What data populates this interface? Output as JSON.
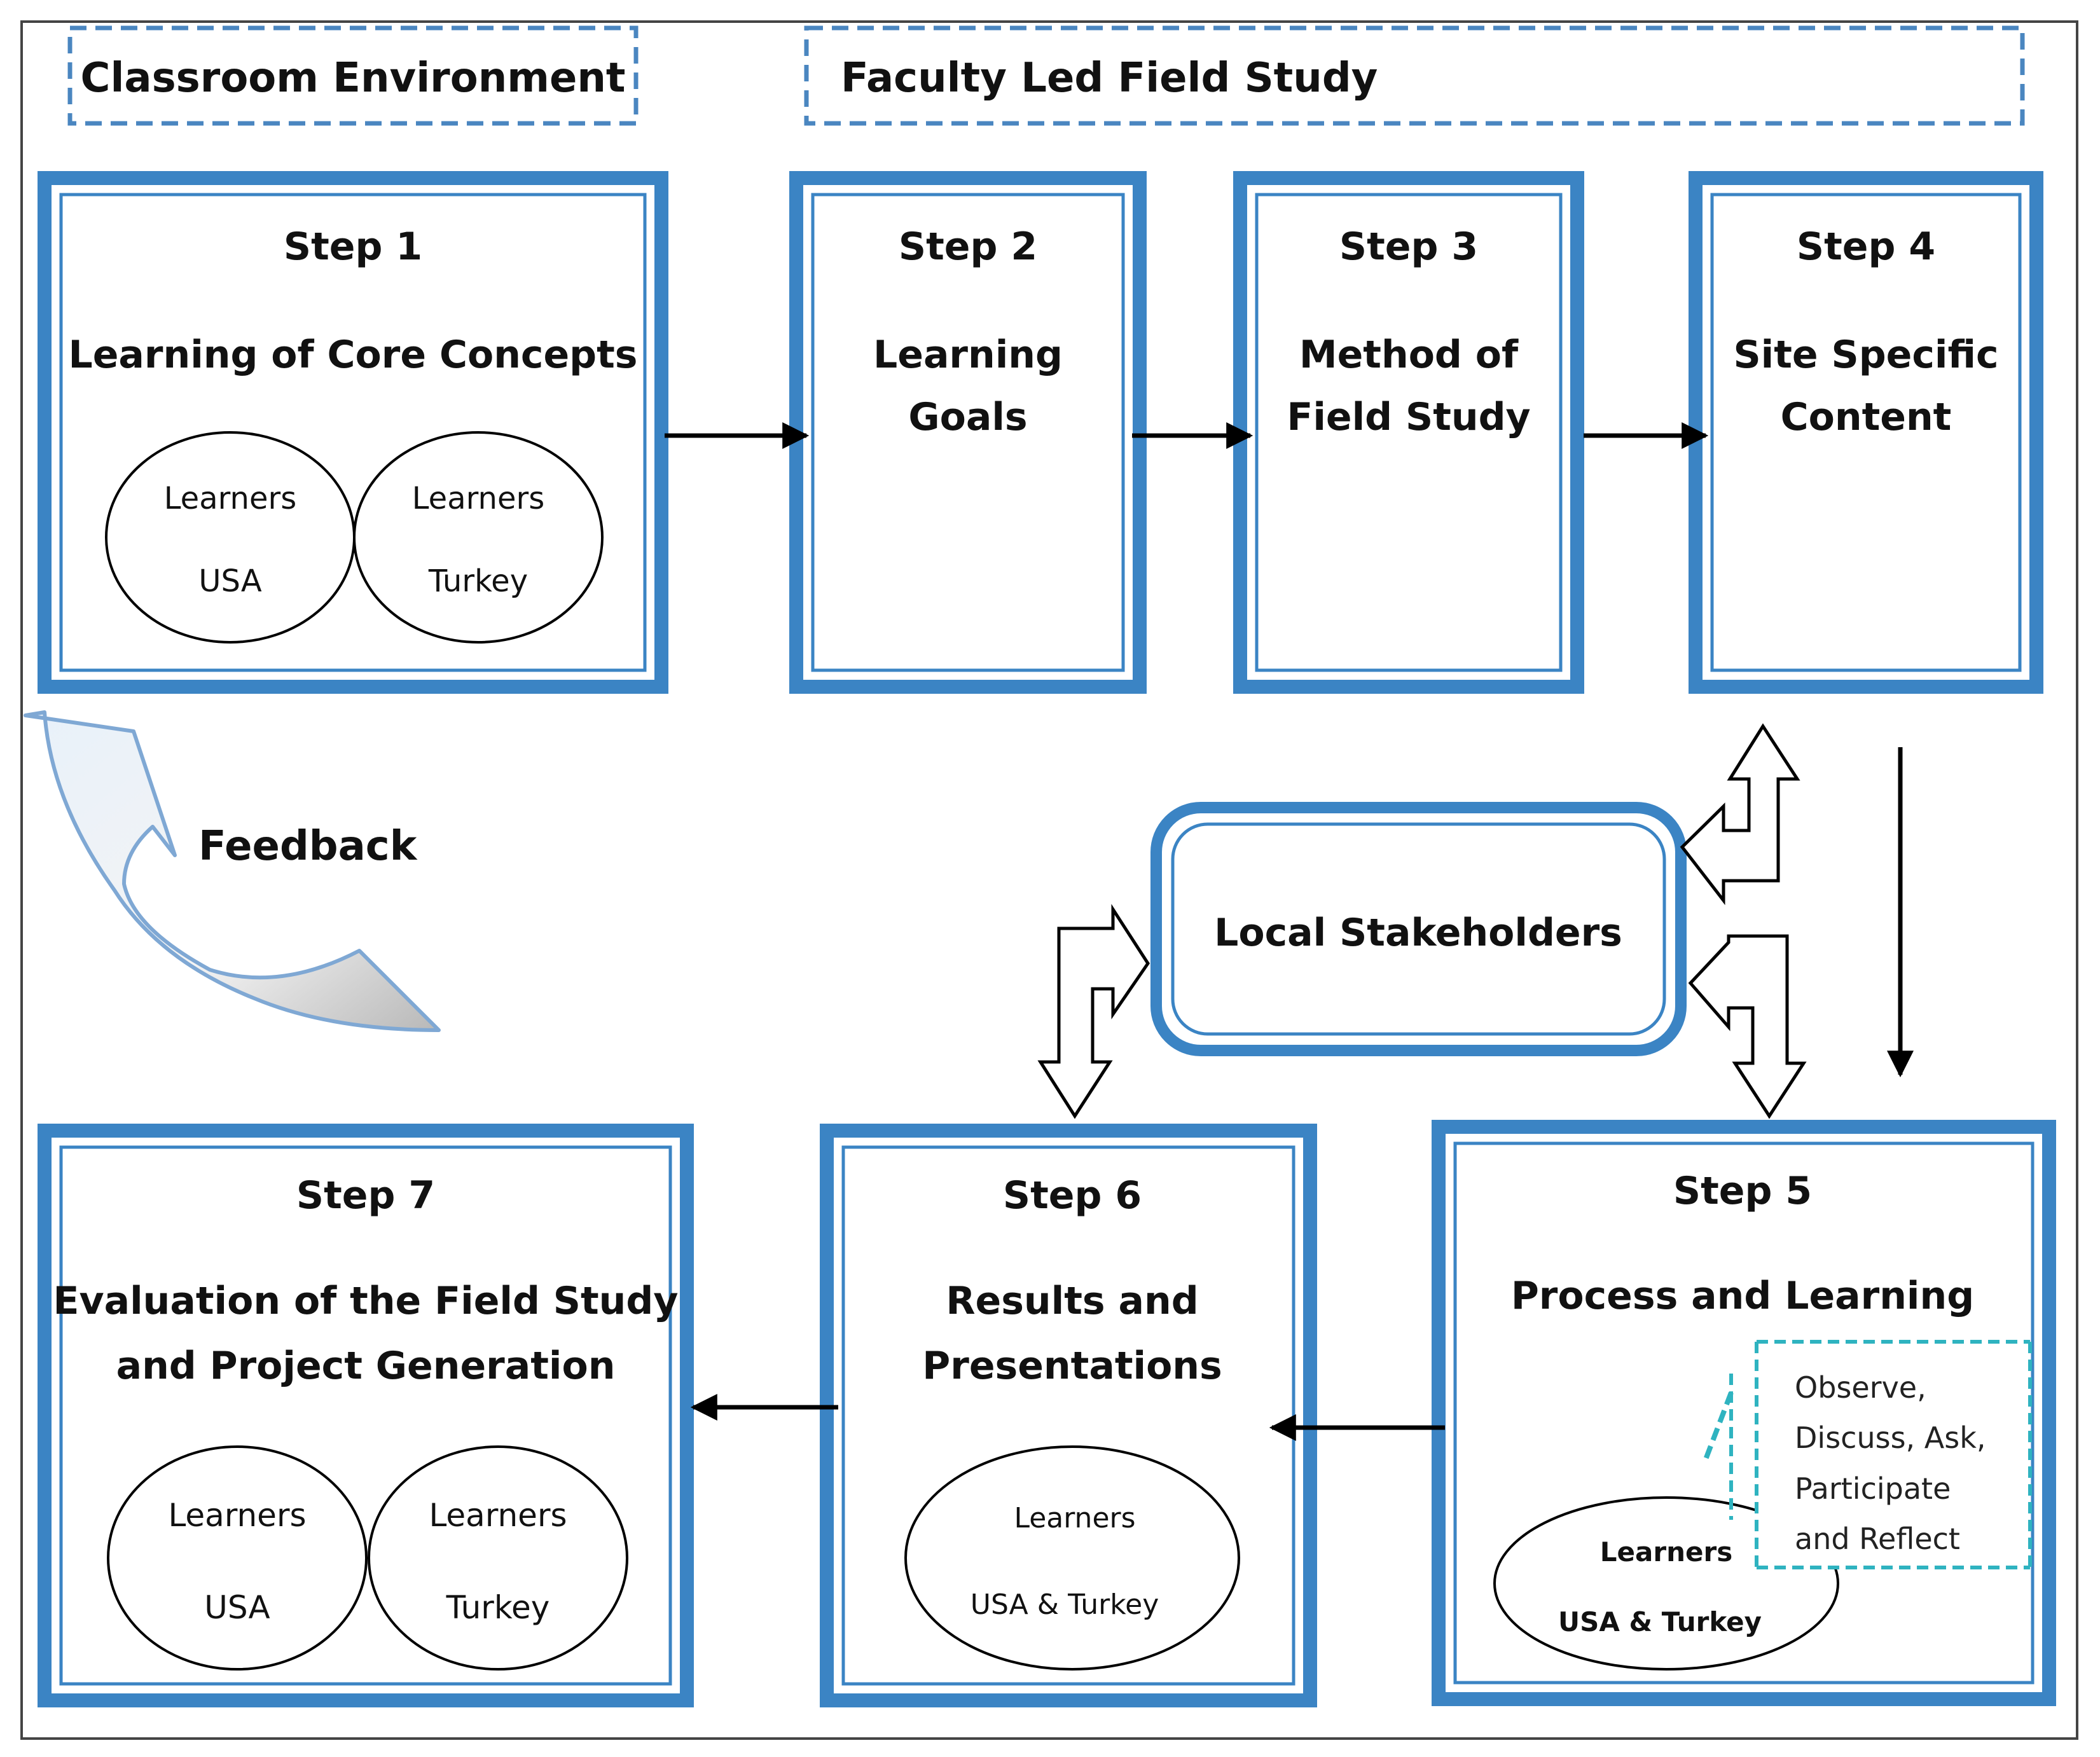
{
  "headers": {
    "classroom": "Classroom Environment",
    "field_study": "Faculty Led Field Study"
  },
  "step1": {
    "step": "Step 1",
    "title": "Learning of Core Concepts",
    "ellipse_left": {
      "line1": "Learners",
      "line2": "USA"
    },
    "ellipse_right": {
      "line1": "Learners",
      "line2": "Turkey"
    }
  },
  "step2": {
    "step": "Step 2",
    "title_line1": "Learning",
    "title_line2": "Goals"
  },
  "step3": {
    "step": "Step 3",
    "title_line1": "Method of",
    "title_line2": "Field Study"
  },
  "step4": {
    "step": "Step 4",
    "title_line1": "Site Specific",
    "title_line2": "Content"
  },
  "step5": {
    "step": "Step 5",
    "title": "Process and Learning",
    "ellipse": {
      "line1": "Learners",
      "line2": "USA & Turkey"
    },
    "callout": {
      "line1": "Observe,",
      "line2": "Discuss, Ask,",
      "line3": "Participate",
      "line4": "and Reflect"
    }
  },
  "step6": {
    "step": "Step 6",
    "title_line1": "Results and",
    "title_line2": "Presentations",
    "ellipse": {
      "line1": "Learners",
      "line2": "USA & Turkey"
    }
  },
  "step7": {
    "step": "Step 7",
    "title_line1": "Evaluation of the Field Study",
    "title_line2": "and Project Generation",
    "ellipse_left": {
      "line1": "Learners",
      "line2": "USA"
    },
    "ellipse_right": {
      "line1": "Learners",
      "line2": "Turkey"
    }
  },
  "stakeholders": {
    "label": "Local Stakeholders"
  },
  "feedback": {
    "label": "Feedback"
  },
  "colors": {
    "box_blue": "#3b84c4",
    "dashed_blue": "#4a86c0",
    "callout_teal": "#2fb3c0",
    "arrow": "#000000"
  }
}
